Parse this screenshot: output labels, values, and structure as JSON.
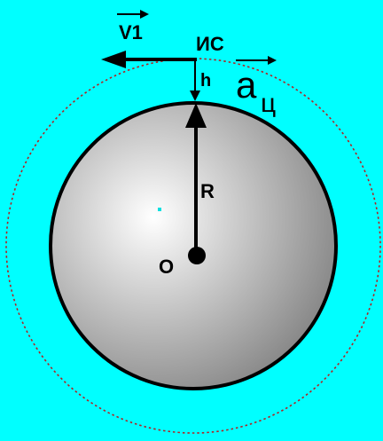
{
  "background_color": "#00ffff",
  "planet_color_light": "#ffffff",
  "planet_color_dark": "#7a7a7a",
  "orbit_color": "#b22222",
  "labels": {
    "velocity": "V1",
    "satellite": "ИС",
    "height": "h",
    "accel_letter": "a",
    "accel_subscript": "ц",
    "radius": "R",
    "center": "O"
  }
}
